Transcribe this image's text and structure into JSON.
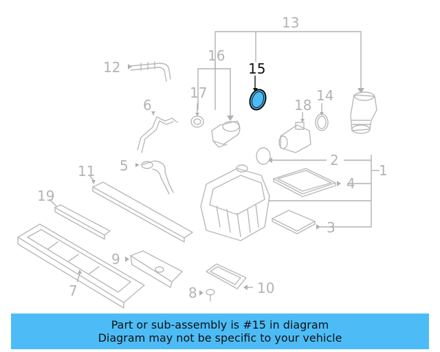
{
  "diagram": {
    "callouts": {
      "c1": "1",
      "c2": "2",
      "c3": "3",
      "c4": "4",
      "c5": "5",
      "c6": "6",
      "c7": "7",
      "c8": "8",
      "c9": "9",
      "c10": "10",
      "c11": "11",
      "c12": "12",
      "c13": "13",
      "c14": "14",
      "c15": "15",
      "c16": "16",
      "c17": "17",
      "c18": "18",
      "c19": "19"
    },
    "highlight_color": "#4dbcf6"
  },
  "banner": {
    "line1": "Part or sub-assembly is #15 in diagram",
    "line2": "Diagram may not be specific to your vehicle",
    "background": "#4dbcf6"
  }
}
